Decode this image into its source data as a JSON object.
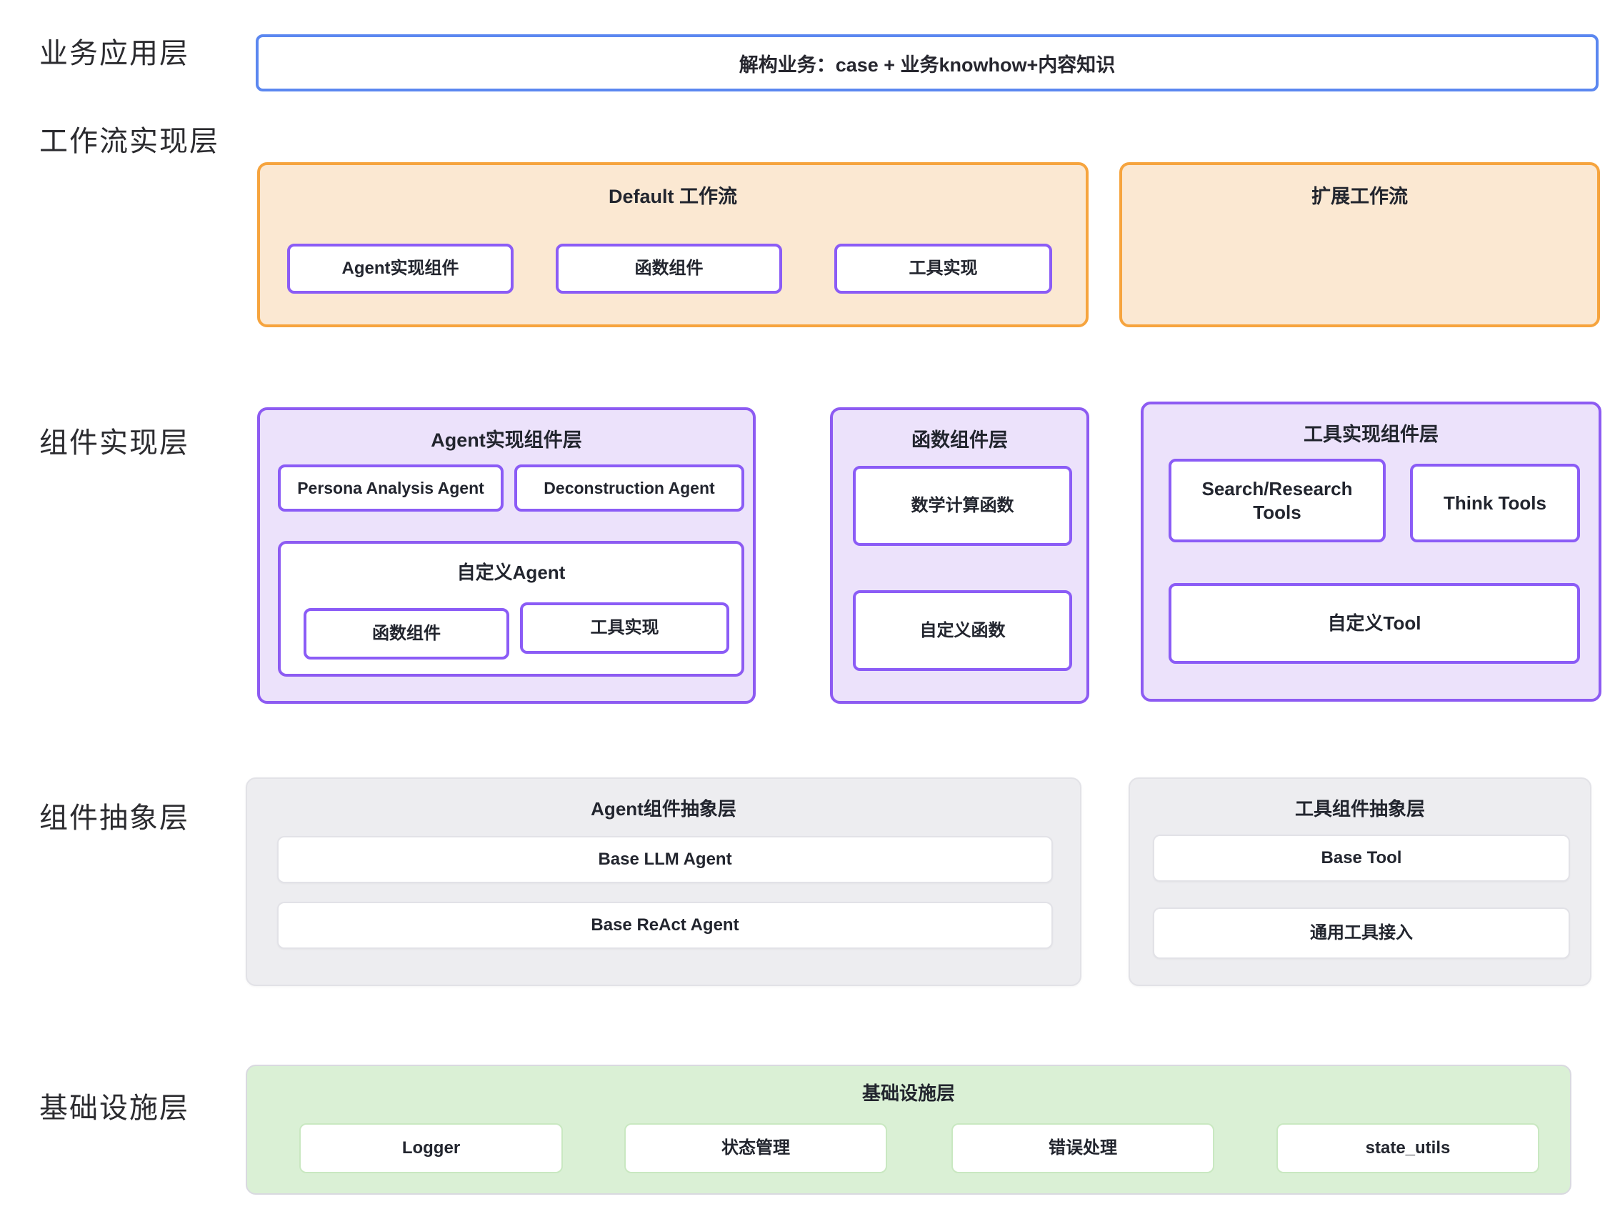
{
  "layers": {
    "business": {
      "label": "业务应用层",
      "box_title": "解构业务：case + 业务knowhow+内容知识"
    },
    "workflow": {
      "label": "工作流实现层",
      "default_workflow": {
        "title": "Default 工作流",
        "items": [
          "Agent实现组件",
          "函数组件",
          "工具实现"
        ]
      },
      "extended_workflow": {
        "title": "扩展工作流"
      }
    },
    "component_impl": {
      "label": "组件实现层",
      "agent_panel": {
        "title": "Agent实现组件层",
        "row1": [
          "Persona Analysis Agent",
          "Deconstruction Agent"
        ],
        "custom_agent": {
          "title": "自定义Agent",
          "items": [
            "函数组件",
            "工具实现"
          ]
        }
      },
      "function_panel": {
        "title": "函数组件层",
        "items": [
          "数学计算函数",
          "自定义函数"
        ]
      },
      "tool_panel": {
        "title": "工具实现组件层",
        "row1": [
          "Search/Research Tools",
          "Think Tools"
        ],
        "row2": [
          "自定义Tool"
        ]
      }
    },
    "abstraction": {
      "label": "组件抽象层",
      "agent_abs": {
        "title": "Agent组件抽象层",
        "items": [
          "Base LLM Agent",
          "Base ReAct Agent"
        ]
      },
      "tool_abs": {
        "title": "工具组件抽象层",
        "items": [
          "Base Tool",
          "通用工具接入"
        ]
      }
    },
    "infra": {
      "label": "基础设施层",
      "panel": {
        "title": "基础设施层",
        "items": [
          "Logger",
          "状态管理",
          "错误处理",
          "state_utils"
        ]
      }
    }
  },
  "colors": {
    "blue_border": "#5b87f0",
    "orange_border": "#f6a43e",
    "orange_fill": "#fbe8d2",
    "purple_border": "#8d5bf2",
    "purple_fill": "#ece2fb",
    "gray_fill": "#ededf0",
    "green_fill": "#daf0d5",
    "text": "#26262e"
  }
}
